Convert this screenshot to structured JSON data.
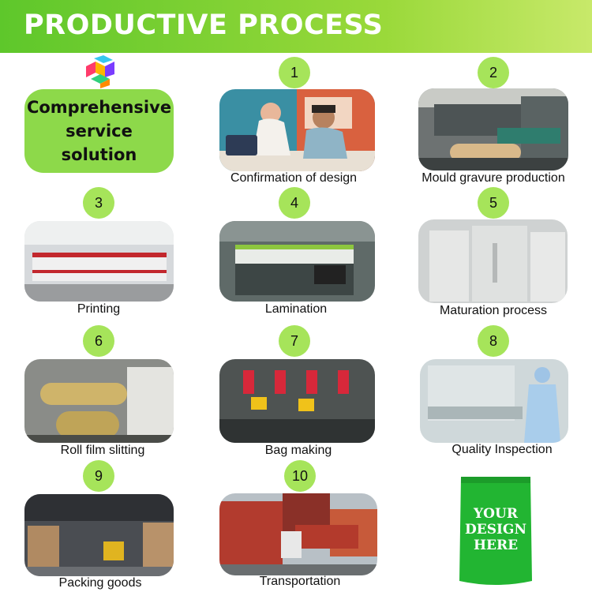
{
  "header": {
    "title": "PRODUCTIVE PROCESS"
  },
  "service": {
    "label": "Comprehensive\nservice\nsolution"
  },
  "steps": [
    {
      "number": "1",
      "caption": "Confirmation of design"
    },
    {
      "number": "2",
      "caption": "Mould gravure production"
    },
    {
      "number": "3",
      "caption": "Printing"
    },
    {
      "number": "4",
      "caption": "Lamination"
    },
    {
      "number": "5",
      "caption": "Maturation process"
    },
    {
      "number": "6",
      "caption": "Roll film slitting"
    },
    {
      "number": "7",
      "caption": "Bag making"
    },
    {
      "number": "8",
      "caption": "Quality Inspection"
    },
    {
      "number": "9",
      "caption": "Packing goods"
    },
    {
      "number": "10",
      "caption": "Transportation"
    }
  ],
  "pouch": {
    "text": [
      "YOUR",
      "DESIGN",
      "HERE"
    ]
  },
  "colors": {
    "header": "#6cc934",
    "badge": "#a6e45a",
    "service": "#8dd94a",
    "pouch": "#22b532"
  }
}
